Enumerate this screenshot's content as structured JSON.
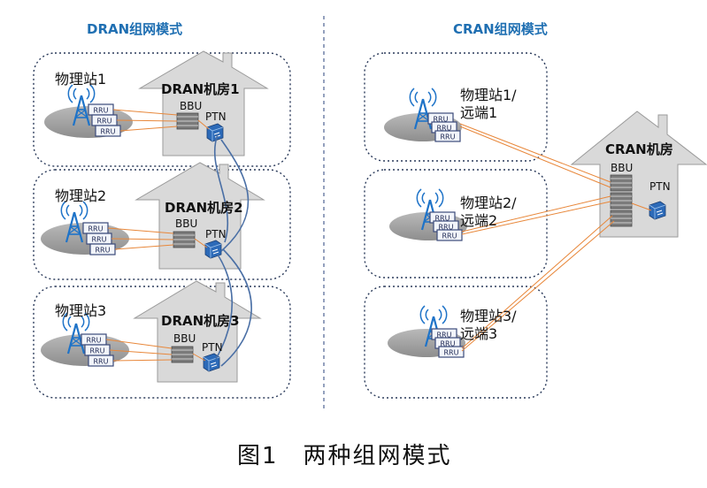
{
  "dran": {
    "title": "DRAN组网模式",
    "sites": [
      {
        "site_label": "物理站1",
        "room_label": "DRAN机房1"
      },
      {
        "site_label": "物理站2",
        "room_label": "DRAN机房2"
      },
      {
        "site_label": "物理站3",
        "room_label": "DRAN机房3"
      }
    ]
  },
  "cran": {
    "title": "CRAN组网模式",
    "room_label": "CRAN机房",
    "sites": [
      {
        "line1": "物理站1/",
        "line2": "远端1"
      },
      {
        "line1": "物理站2/",
        "line2": "远端2"
      },
      {
        "line1": "物理站3/",
        "line2": "远端3"
      }
    ]
  },
  "labels": {
    "rru": "RRU",
    "bbu": "BBU",
    "ptn": "PTN"
  },
  "caption": "图1　两种组网模式",
  "colors": {
    "heading": "#1f6fb2",
    "fiber": "#e8873a",
    "ring": "#4a6fa5",
    "border": "#2a3a5a",
    "house": "#d9d9d9"
  }
}
